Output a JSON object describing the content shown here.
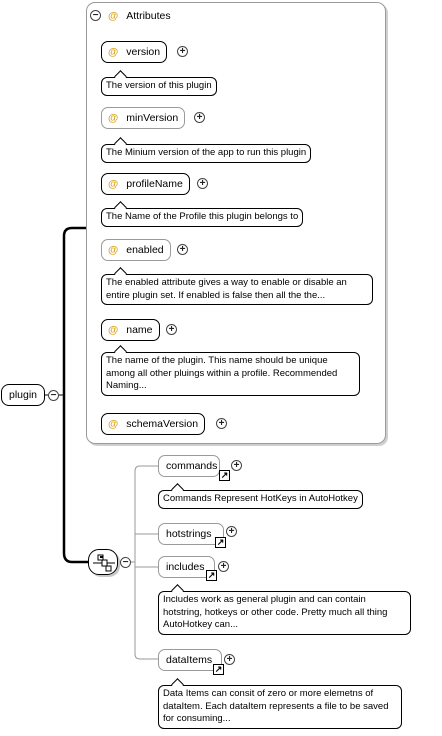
{
  "root": {
    "label": "plugin",
    "toggle": "−"
  },
  "attributes_group": {
    "title": "Attributes",
    "toggle": "−",
    "at_symbol": "@",
    "items": [
      {
        "name": "version",
        "doc": "The version of this plugin"
      },
      {
        "name": "minVersion",
        "doc": "The Minium version of the app to run this plugin"
      },
      {
        "name": "profileName",
        "doc": "The Name of the Profile this plugin belongs to"
      },
      {
        "name": "enabled",
        "doc": "The enabled attribute gives a way to enable or disable an entire plugin set. If enabled is false then all the the..."
      },
      {
        "name": "name",
        "doc": "The name of the plugin. This name should be unique among all other pluings within a profile. Recommended Naming..."
      },
      {
        "name": "schemaVersion",
        "doc": ""
      }
    ]
  },
  "sequence": {
    "toggle": "−"
  },
  "children": [
    {
      "name": "commands",
      "doc": "Commands Represent HotKeys in AutoHotkey"
    },
    {
      "name": "hotstrings",
      "doc": ""
    },
    {
      "name": "includes",
      "doc": "Includes work as general plugin and can contain hotstring, hotkeys or other code. Pretty much all thing AutoHotkey can..."
    },
    {
      "name": "dataItems",
      "doc": "Data Items can consit of zero or more elemetns of dataItem. Each dataItem represents a file to be saved for consuming..."
    }
  ],
  "expand_symbol": "+",
  "ref_symbol": "↗"
}
